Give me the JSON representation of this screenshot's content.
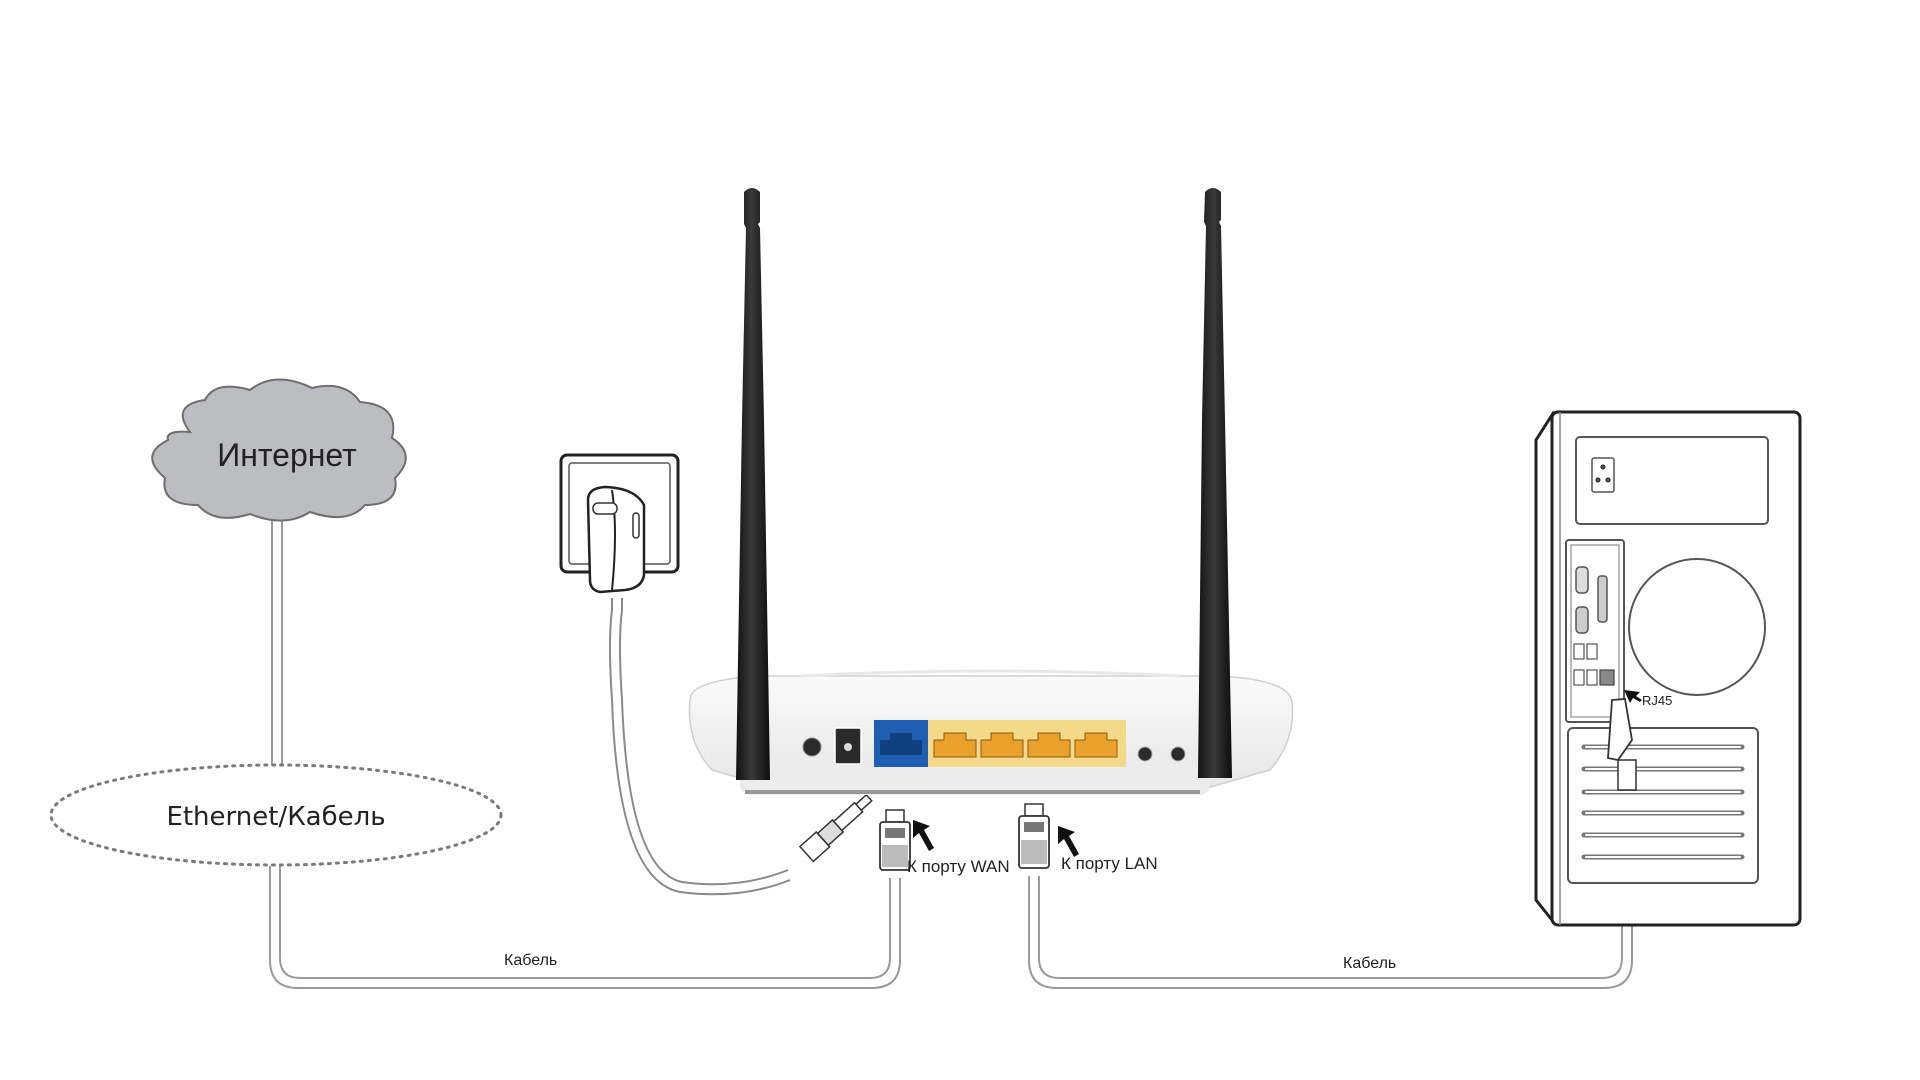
{
  "diagram": {
    "nodes": {
      "internet": {
        "label": "Интернет",
        "fill": "#bcbdc0"
      },
      "ethernet": {
        "label": "Ethernet/Кабель"
      },
      "router": {
        "wan_color": "#1e5fb3",
        "lan_color": "#e9a12c",
        "lan_panel": "#f4d98a"
      },
      "pc": {
        "port_label": "RJ45"
      }
    },
    "labels": {
      "wan_port": "К порту WAN",
      "lan_port": "К порту LAN",
      "cable_left": "Кабель",
      "cable_right": "Кабель"
    },
    "icons": [
      "cloud-icon",
      "power-outlet-icon",
      "power-adapter-icon",
      "router-icon",
      "antenna-icon",
      "rj45-plug-icon",
      "arrow-pointer-icon",
      "pc-tower-icon"
    ]
  }
}
